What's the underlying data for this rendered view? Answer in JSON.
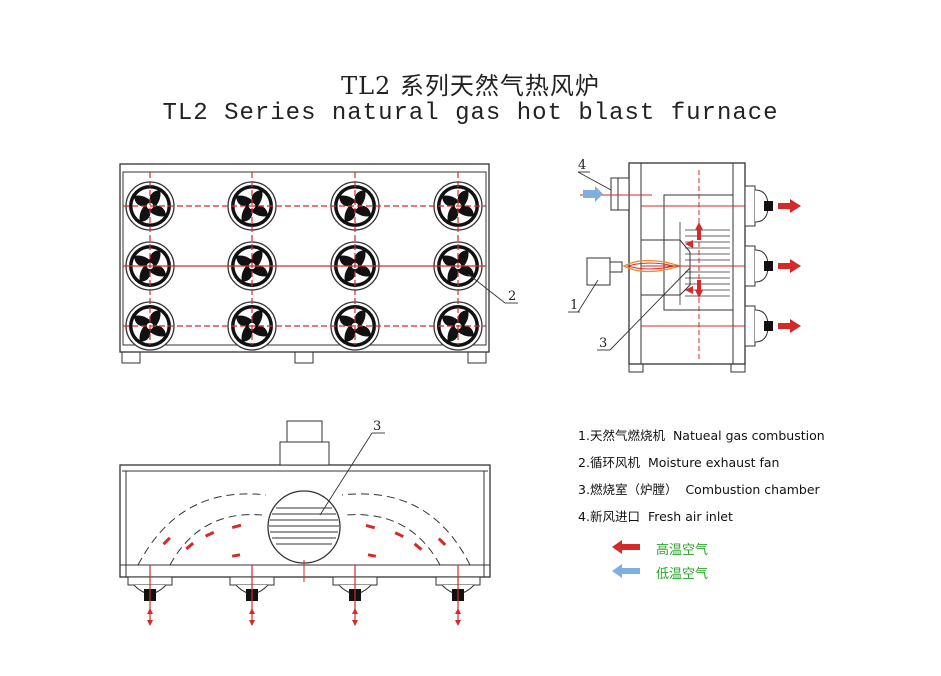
{
  "title": {
    "cn": "TL2 系列天然气热风炉",
    "en": "TL2 Series natural gas hot blast furnace"
  },
  "callouts": {
    "front_fan": "2",
    "side_inlet": "4",
    "side_burner": "1",
    "side_chamber": "3",
    "top_chamber": "3"
  },
  "legend": [
    {
      "num": "1.",
      "cn": "天然气燃烧机",
      "en": "Natueal gas combustion"
    },
    {
      "num": "2.",
      "cn": "循环风机",
      "en": "Moisture exhaust fan"
    },
    {
      "num": "3.",
      "cn": "燃烧室（炉膛）",
      "en": "Combustion chamber"
    },
    {
      "num": "4.",
      "cn": "新风进口",
      "en": "Fresh air inlet"
    }
  ],
  "air_legend": {
    "hot": {
      "label": "高温空气",
      "arrow_color": "#d42a2a",
      "text_color": "#2aa52a"
    },
    "cold": {
      "label": "低温空气",
      "arrow_color": "#7fb0dd",
      "text_color": "#2aa52a"
    }
  },
  "colors": {
    "line": "#333333",
    "red": "#d42a2a",
    "blue": "#7fb0dd",
    "flame": "#f08a2a"
  },
  "icons": [
    "fan-icon",
    "hot-air-arrow-icon",
    "cold-air-arrow-icon",
    "burner-icon",
    "flame-icon"
  ]
}
